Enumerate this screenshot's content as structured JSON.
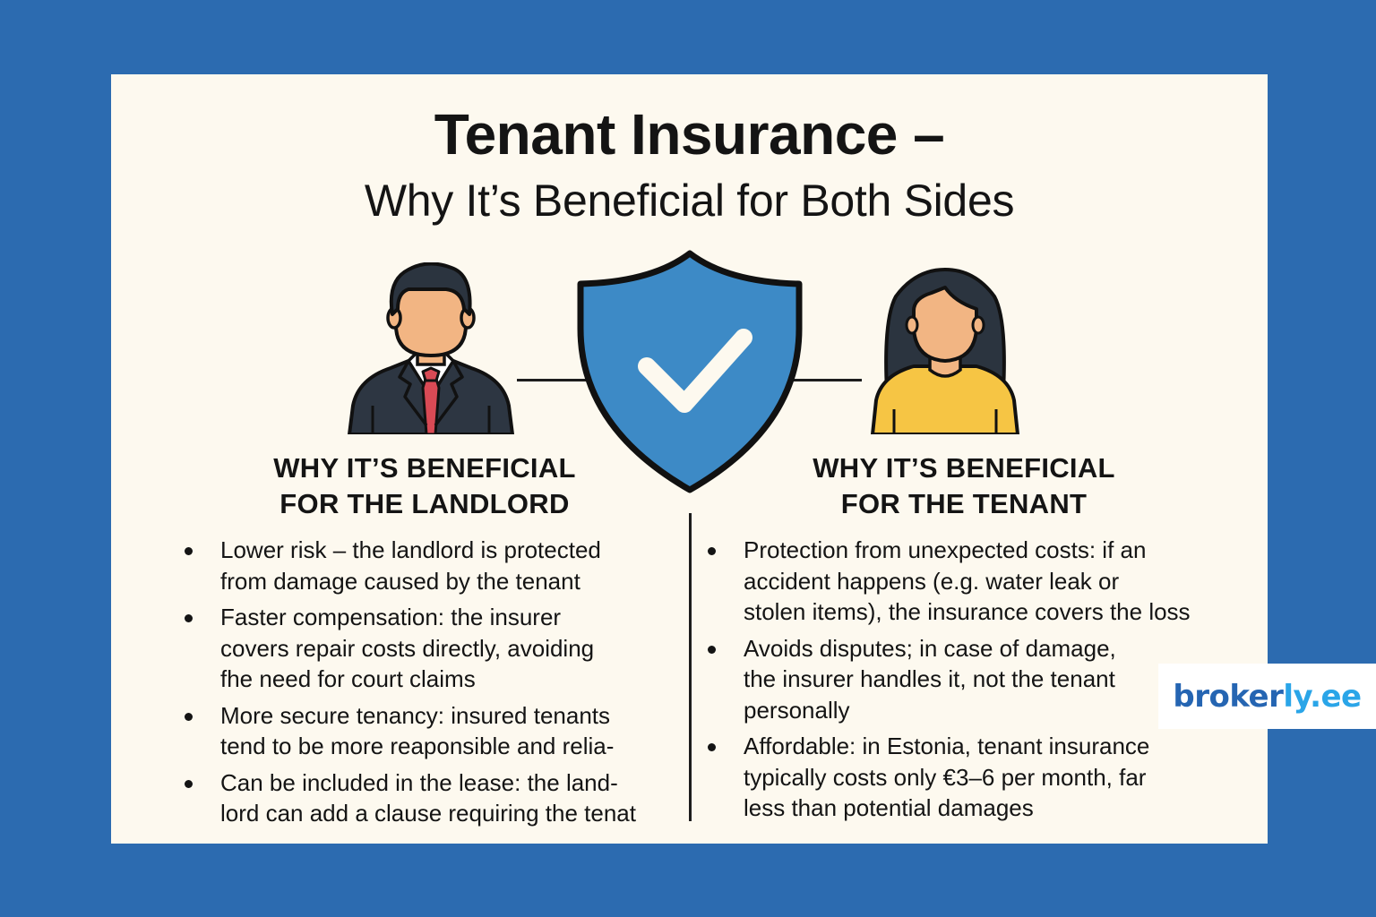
{
  "header": {
    "title": "Tenant Insurance –",
    "subtitle": "Why It’s Beneficial for Both Sides"
  },
  "icons": {
    "landlord": "businessman-avatar-icon",
    "shield": "shield-check-icon",
    "tenant": "woman-avatar-icon"
  },
  "colors": {
    "background": "#2c6bb0",
    "card": "#fdf9ef",
    "shield": "#3d8ac6",
    "tie": "#d94a55",
    "suit": "#2d3642",
    "skin": "#f2b583",
    "sweater": "#f6c544",
    "hair": "#2b343f",
    "logo_dark": "#2565b2",
    "logo_light": "#2aa5e8"
  },
  "landlord": {
    "heading_line1": "WHY IT’S BENEFICIAL",
    "heading_line2": "FOR THE LANDLORD",
    "points": [
      {
        "lines": [
          "Lower risk – the landlord is protected",
          "from damage caused by the tenant"
        ]
      },
      {
        "lines": [
          "Faster compensation: the insurer",
          "covers repair costs directly, avoiding",
          "fhe need for court claims"
        ]
      },
      {
        "lines": [
          "More secure tenancy: insured tenants",
          "tend to be more reaponsible and relia-"
        ]
      },
      {
        "lines": [
          "Can be included in the lease: the land-",
          "lord can add a clause requiring the tenat"
        ]
      }
    ]
  },
  "tenant": {
    "heading_line1": "WHY IT’S BENEFICIAL",
    "heading_line2": "FOR THE TENANT",
    "points": [
      {
        "lines": [
          "Protection from unexpected costs: if an",
          "accident happens (e.g. water leak or",
          "stolen items), the insurance covers the loss"
        ]
      },
      {
        "lines": [
          "Avoids disputes; in case of damage,",
          "the insurer handles it, not the tenant",
          "personally"
        ]
      },
      {
        "lines": [
          "Affordable: in Estonia, tenant insurance",
          "typically costs only €3–6 per month, far",
          "less than potential damages"
        ]
      }
    ]
  },
  "logo": {
    "part1": "broker",
    "part2": "ly.ee"
  }
}
